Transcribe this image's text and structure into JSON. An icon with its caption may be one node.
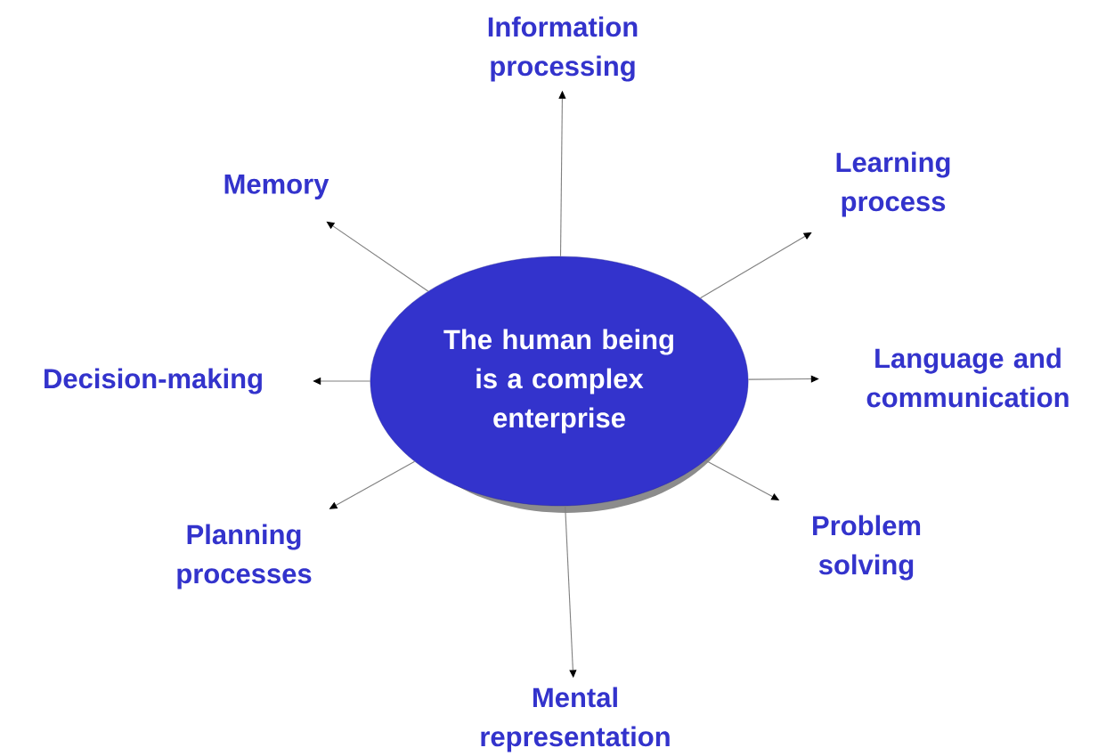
{
  "diagram": {
    "nodes": [
      {
        "text": [
          "The human being is a complex enterprise"
        ]
      },
      {
        "text": [
          "Information processing"
        ]
      },
      {
        "text": [
          "Memory"
        ]
      },
      {
        "text": [
          "Learning process"
        ]
      },
      {
        "text": [
          "Decision-making"
        ]
      },
      {
        "text": [
          "Language and communication"
        ]
      },
      {
        "text": [
          "Planning processes"
        ]
      },
      {
        "text": [
          "Problem solving"
        ]
      },
      {
        "text": [
          "Mental representation"
        ]
      }
    ],
    "edges": [
      {
        "from": 0,
        "to": 1,
        "arrow": "to"
      },
      {
        "from": 0,
        "to": 2,
        "arrow": "to"
      },
      {
        "from": 0,
        "to": 3,
        "arrow": "to"
      },
      {
        "from": 0,
        "to": 4,
        "arrow": "to"
      },
      {
        "from": 0,
        "to": 5,
        "arrow": "to"
      },
      {
        "from": 0,
        "to": 6,
        "arrow": "to"
      },
      {
        "from": 0,
        "to": 7,
        "arrow": "to"
      },
      {
        "from": 0,
        "to": 8,
        "arrow": "to"
      }
    ]
  }
}
